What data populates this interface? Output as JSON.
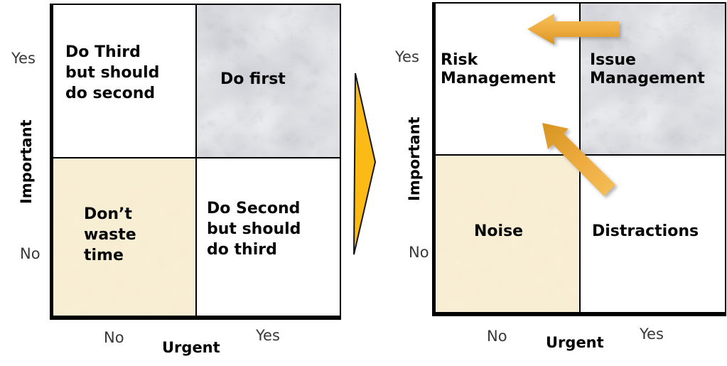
{
  "left_matrix": {
    "y_axis": {
      "top": "Yes",
      "title": "Important",
      "bottom": "No"
    },
    "x_axis": {
      "left": "No",
      "title": "Urgent",
      "right": "Yes"
    },
    "quadrants": {
      "top_left": "Do Third\nbut should\ndo second",
      "top_right": "Do first",
      "bottom_left": "Don’t\nwaste\ntime",
      "bottom_right": "Do Second\nbut should\ndo third"
    }
  },
  "right_matrix": {
    "y_axis": {
      "top": "Yes",
      "title": "Important",
      "bottom": "No"
    },
    "x_axis": {
      "left": "No",
      "title": "Urgent",
      "right": "Yes"
    },
    "quadrants": {
      "top_left": "Risk\nManagement",
      "top_right": "Issue\nManagement",
      "bottom_left": "Noise",
      "bottom_right": "Distractions"
    }
  },
  "icons": {
    "transition_arrow": "right-chevron-arrow",
    "shift_left_arrow": "left-arrow",
    "shift_up_left_arrow": "up-left-diagonal-arrow"
  },
  "colors": {
    "gold": "#FBBA16",
    "gold_dark": "#D6941F",
    "gold_mid": "#EDAA3E",
    "gold_light": "#F5C05A",
    "parchment": "#F9EFD5",
    "marble_base": "#EEF0F1",
    "border": "#000000",
    "text": "#060606",
    "axis_text": "#383838"
  }
}
